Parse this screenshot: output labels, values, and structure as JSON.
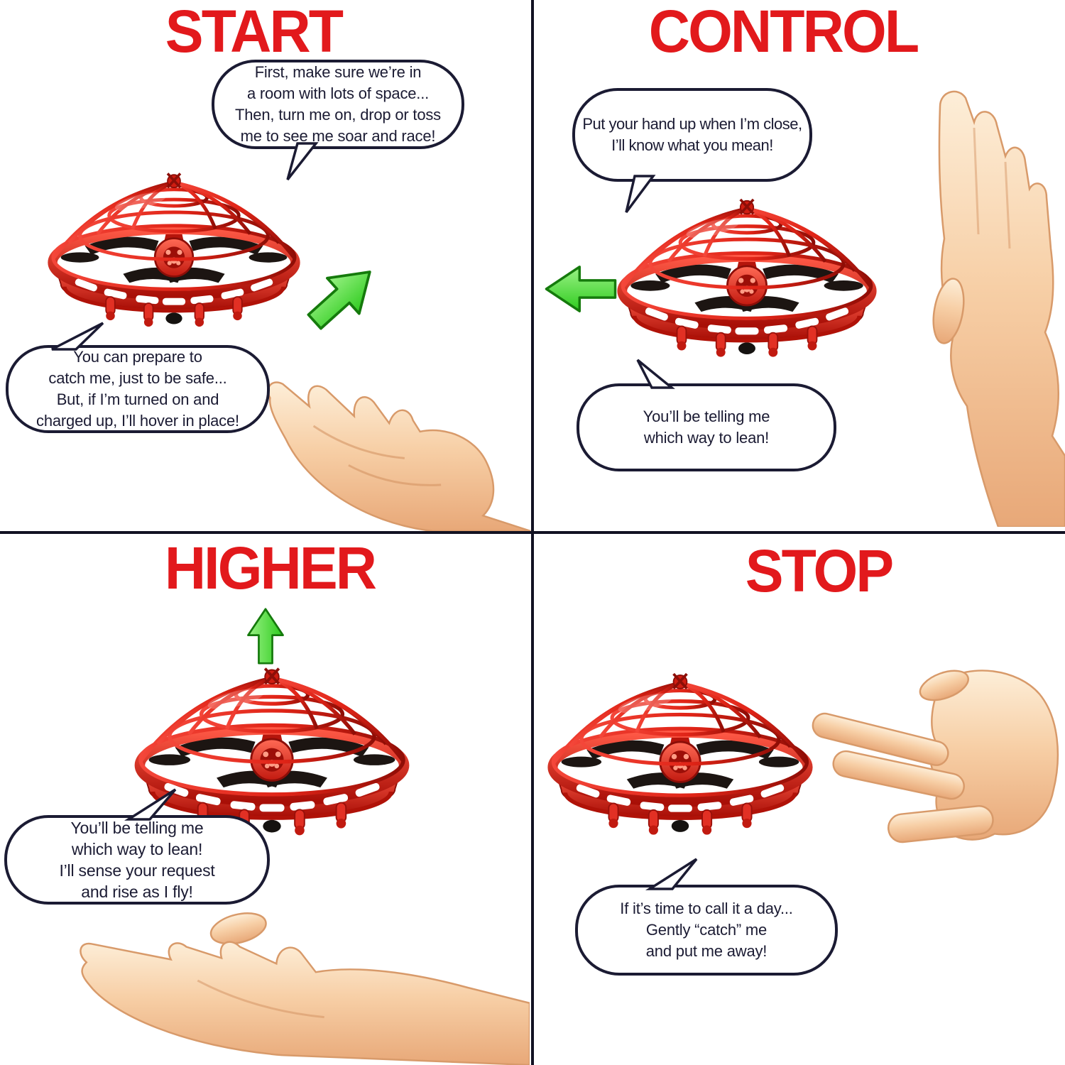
{
  "meta": {
    "title_color": "#e2191c",
    "arrow_green": "#3ed22e",
    "arrow_border": "#157a0c",
    "drone_red": "#e03024",
    "outline_color": "#1b1b33",
    "divider_color": "#121222"
  },
  "quadrants": [
    {
      "id": "start",
      "title": "START",
      "drone_icon": "ufo-drone-icon",
      "arrow_icon": "up-left-arrow-icon",
      "hand_icon": "open-palm-catch-hand-icon",
      "bubbles": [
        {
          "lines": [
            "First, make sure we’re in",
            "a room with lots of space...",
            "Then, turn me on, drop or toss",
            "me to see me soar and race!"
          ]
        },
        {
          "lines": [
            "You can prepare to",
            "catch me, just to be safe...",
            "But, if I’m turned on and",
            "charged up, I’ll hover in place!"
          ]
        }
      ]
    },
    {
      "id": "control",
      "title": "CONTROL",
      "drone_icon": "ufo-drone-icon",
      "arrow_icon": "left-arrow-icon",
      "hand_icon": "stop-palm-hand-icon",
      "bubbles": [
        {
          "lines": [
            "Put your hand up when I’m close,",
            "I’ll know what you mean!"
          ]
        },
        {
          "lines": [
            "You’ll be telling me",
            "which way to lean!"
          ]
        }
      ]
    },
    {
      "id": "higher",
      "title": "HIGHER",
      "drone_icon": "ufo-drone-icon",
      "arrow_icon": "up-arrow-icon",
      "hand_icon": "open-palm-flat-hand-icon",
      "bubbles": [
        {
          "lines": [
            "You’ll be telling me",
            "which way to lean!",
            "I’ll sense your request",
            "and rise as I fly!"
          ]
        }
      ]
    },
    {
      "id": "stop",
      "title": "STOP",
      "drone_icon": "ufo-drone-icon",
      "arrow_icon": null,
      "hand_icon": "grabbing-hand-icon",
      "bubbles": [
        {
          "lines": [
            "If it’s time to call it a day...",
            "Gently “catch” me",
            "and put me away!"
          ]
        }
      ]
    }
  ]
}
